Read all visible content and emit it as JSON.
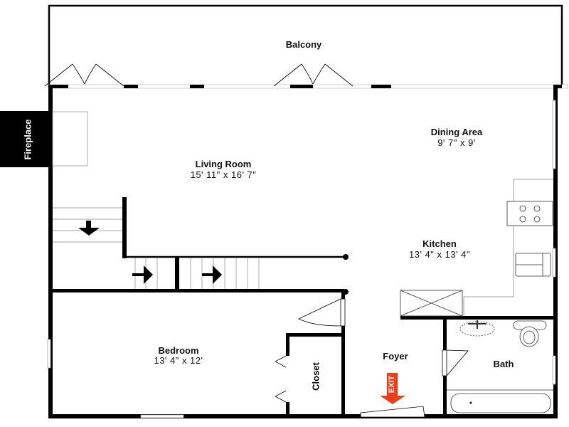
{
  "rooms": {
    "balcony": {
      "name": "Balcony"
    },
    "living_room": {
      "name": "Living Room",
      "size": "15' 11\" x 16' 7\""
    },
    "dining_area": {
      "name": "Dining Area",
      "size": "9' 7\" x 9'"
    },
    "kitchen": {
      "name": "Kitchen",
      "size": "13' 4\" x 13' 4\""
    },
    "bedroom": {
      "name": "Bedroom",
      "size": "13' 4\" x 12'"
    },
    "closet": {
      "name": "Closet"
    },
    "foyer": {
      "name": "Foyer"
    },
    "bath": {
      "name": "Bath"
    },
    "fireplace": {
      "name": "Fireplace"
    }
  },
  "exit": {
    "label": "EXIT",
    "color": "#e8401c"
  },
  "colors": {
    "wall": "#000000",
    "background": "#ffffff"
  }
}
